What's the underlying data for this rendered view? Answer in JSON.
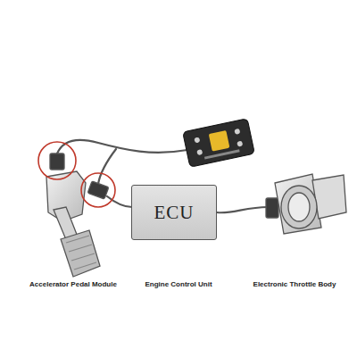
{
  "diagram": {
    "nodes": [
      {
        "text": [
          "ECU"
        ]
      }
    ],
    "labels": [
      "Accelerator Pedal Module",
      "Engine Control Unit",
      "Electronic Throttle Body"
    ]
  }
}
